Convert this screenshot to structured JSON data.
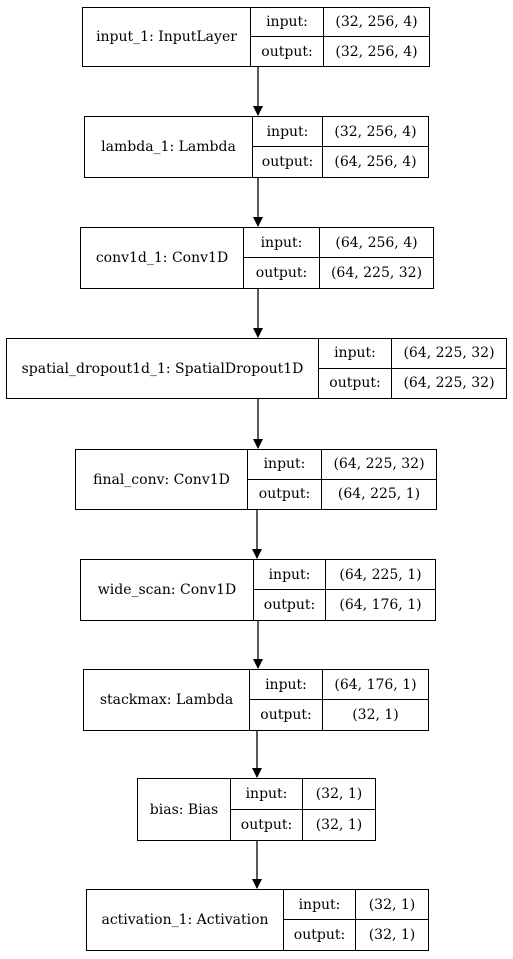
{
  "nodes": [
    {
      "name": "input_1: InputLayer",
      "input_label": "input:",
      "input_value": "(32, 256, 4)",
      "output_label": "output:",
      "output_value": "(32, 256, 4)"
    },
    {
      "name": "lambda_1: Lambda",
      "input_label": "input:",
      "input_value": "(32, 256, 4)",
      "output_label": "output:",
      "output_value": "(64, 256, 4)"
    },
    {
      "name": "conv1d_1: Conv1D",
      "input_label": "input:",
      "input_value": "(64, 256, 4)",
      "output_label": "output:",
      "output_value": "(64, 225, 32)"
    },
    {
      "name": "spatial_dropout1d_1: SpatialDropout1D",
      "input_label": "input:",
      "input_value": "(64, 225, 32)",
      "output_label": "output:",
      "output_value": "(64, 225, 32)"
    },
    {
      "name": "final_conv: Conv1D",
      "input_label": "input:",
      "input_value": "(64, 225, 32)",
      "output_label": "output:",
      "output_value": "(64, 225, 1)"
    },
    {
      "name": "wide_scan: Conv1D",
      "input_label": "input:",
      "input_value": "(64, 225, 1)",
      "output_label": "output:",
      "output_value": "(64, 176, 1)"
    },
    {
      "name": "stackmax: Lambda",
      "input_label": "input:",
      "input_value": "(64, 176, 1)",
      "output_label": "output:",
      "output_value": "(32, 1)"
    },
    {
      "name": "bias: Bias",
      "input_label": "input:",
      "input_value": "(32, 1)",
      "output_label": "output:",
      "output_value": "(32, 1)"
    },
    {
      "name": "activation_1: Activation",
      "input_label": "input:",
      "input_value": "(32, 1)",
      "output_label": "output:",
      "output_value": "(32, 1)"
    }
  ],
  "colors": {
    "stroke": "#000000",
    "background": "#ffffff"
  }
}
